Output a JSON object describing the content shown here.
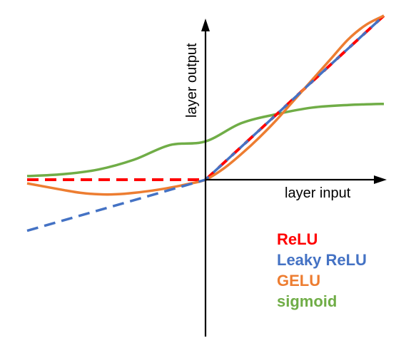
{
  "chart_data": {
    "type": "line",
    "xlabel": "layer input",
    "ylabel": "layer output",
    "xlim": [
      -5,
      5
    ],
    "ylim": [
      -4.5,
      4.5
    ],
    "grid": false,
    "legend_placement": "bottom-right",
    "series": [
      {
        "name": "ReLU",
        "color": "#ff0000",
        "style": "dashed",
        "x": [
          -5,
          0,
          5
        ],
        "y": [
          0,
          0,
          4.5
        ]
      },
      {
        "name": "Leaky ReLU",
        "color": "#4472c4",
        "style": "dashed",
        "x": [
          -5,
          0,
          5
        ],
        "y": [
          -1.4,
          0,
          4.5
        ]
      },
      {
        "name": "GELU",
        "color": "#ed7d31",
        "style": "solid",
        "x": [
          -5,
          -4,
          -3.5,
          -3,
          -2.5,
          -2,
          -1.5,
          -1,
          -0.5,
          0,
          0.5,
          1,
          1.5,
          2,
          2.5,
          3,
          3.5,
          4,
          4.5,
          5
        ],
        "y": [
          -0.1,
          -0.28,
          -0.36,
          -0.4,
          -0.4,
          -0.36,
          -0.3,
          -0.22,
          -0.12,
          0,
          0.3,
          0.7,
          1.15,
          1.65,
          2.2,
          2.75,
          3.3,
          3.85,
          4.25,
          4.5
        ]
      },
      {
        "name": "sigmoid",
        "color": "#70ad47",
        "style": "solid",
        "x": [
          -5,
          -4,
          -3,
          -2,
          -1,
          0,
          1,
          2,
          3,
          4,
          5
        ],
        "y": [
          0.1,
          0.15,
          0.28,
          0.55,
          0.95,
          1.05,
          1.55,
          1.8,
          1.98,
          2.05,
          2.08
        ]
      }
    ]
  },
  "colors": {
    "axis": "#000000",
    "background": "#ffffff"
  }
}
